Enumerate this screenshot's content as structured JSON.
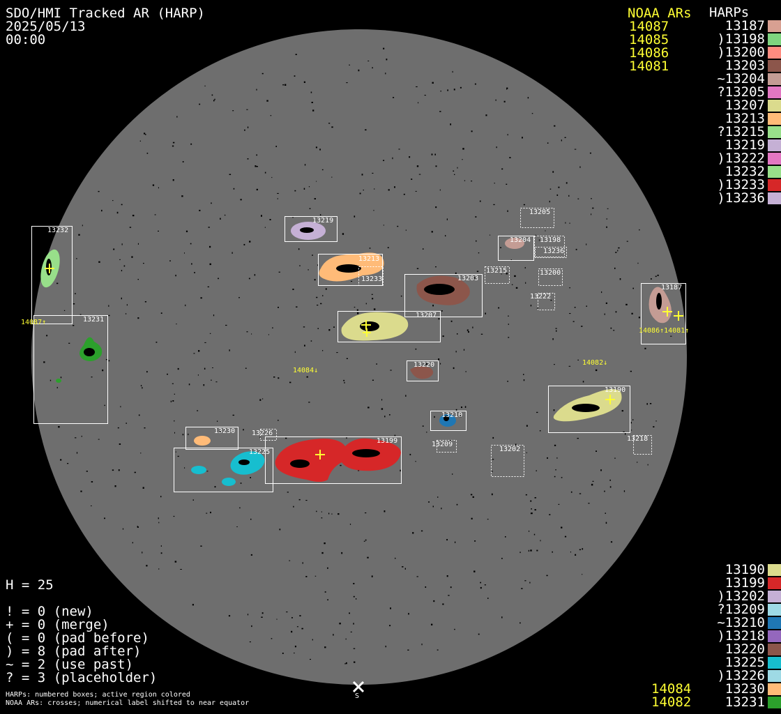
{
  "header": {
    "title": "SDO/HMI Tracked AR (HARP)",
    "date": "2025/05/13",
    "time": "00:00"
  },
  "noaa_panel": {
    "heading": "NOAA ARs",
    "items": [
      "14087",
      "14085",
      "14086",
      "14081"
    ]
  },
  "harps_panel": {
    "heading": "HARPs",
    "top_items": [
      {
        "label": "13187",
        "color": "#d8a092"
      },
      {
        "label": ")13198",
        "color": "#7fd47f"
      },
      {
        "label": ")13200",
        "color": "#ff8c80"
      },
      {
        "label": "13203",
        "color": "#8c564b"
      },
      {
        "label": "~13204",
        "color": "#c49c94"
      },
      {
        "label": "?13205",
        "color": "#e377c2"
      },
      {
        "label": "13207",
        "color": "#dbdb8d"
      },
      {
        "label": "13213",
        "color": "#ffbb78"
      },
      {
        "label": "?13215",
        "color": "#98df8a"
      },
      {
        "label": "13219",
        "color": "#c5b0d5"
      },
      {
        "label": ")13222",
        "color": "#e377c2"
      },
      {
        "label": "13232",
        "color": "#98df8a"
      },
      {
        "label": ")13233",
        "color": "#d62728"
      },
      {
        "label": ")13236",
        "color": "#c5b0d5"
      }
    ],
    "bottom_items": [
      {
        "label": "13190",
        "color": "#dbdb8d"
      },
      {
        "label": "13199",
        "color": "#d62728"
      },
      {
        "label": ")13202",
        "color": "#c5b0d5"
      },
      {
        "label": "?13209",
        "color": "#9edae5"
      },
      {
        "label": "~13210",
        "color": "#1f77b4"
      },
      {
        "label": ")13218",
        "color": "#9467bd"
      },
      {
        "label": "13220",
        "color": "#8c564b"
      },
      {
        "label": "13225",
        "color": "#17becf"
      },
      {
        "label": ")13226",
        "color": "#9edae5"
      },
      {
        "label": "13230",
        "color": "#ffbb78"
      },
      {
        "label": "13231",
        "color": "#2ca02c"
      }
    ]
  },
  "noaa_bottom": {
    "items": [
      "14084",
      "14082"
    ]
  },
  "stats": {
    "h": "H = 25",
    "lines": [
      "! = 0 (new)",
      "+ = 0 (merge)",
      "( = 0 (pad before)",
      ") = 8 (pad after)",
      "~ = 2 (use past)",
      "? = 3 (placeholder)"
    ]
  },
  "footer": {
    "line1": "HARPs: numbered boxes; active region colored",
    "line2": "NOAA ARs: crosses; numerical label shifted to near equator",
    "south": "S"
  },
  "disk_labels": {
    "harp_labels": [
      "13232",
      "13231",
      "13219",
      "13213",
      "13233",
      "13203",
      "13207",
      "13220",
      "13205",
      "13204",
      "13198",
      "13236",
      "13215",
      "13200",
      "13222",
      "13187",
      "13190",
      "13218",
      "13210",
      "13209",
      "13202",
      "13199",
      "13226",
      "13230",
      "13225"
    ],
    "noaa_labels": [
      "14087↑",
      "14084↓",
      "14082↓",
      "14086↑14081↑"
    ]
  },
  "colors": {
    "background": "#000000",
    "disk": "#6e6e6e",
    "noaa_text": "#ffff33",
    "box_solid": "#ffffff"
  }
}
